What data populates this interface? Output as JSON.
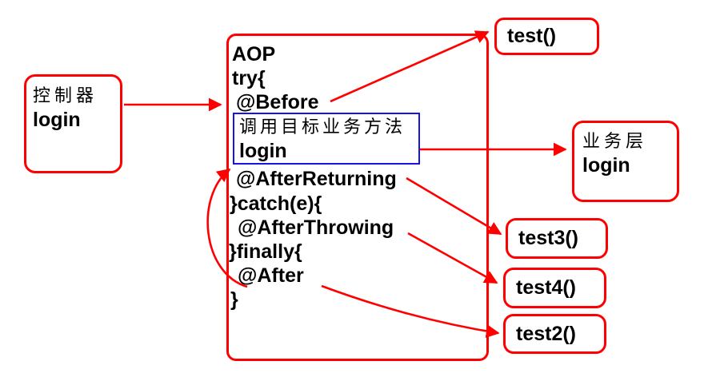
{
  "colors": {
    "arrow_red": "#ff0000",
    "target_border_blue": "#1414e6",
    "text_black": "#000000"
  },
  "controller": {
    "title": "控制器",
    "method": "login"
  },
  "aop": {
    "title": "AOP",
    "try_open": "try{",
    "before": "@Before",
    "target": {
      "label": "调用目标业务方法",
      "method": "login"
    },
    "after_returning": "@AfterReturning",
    "catch_open": "}catch(e){",
    "after_throwing": "@AfterThrowing",
    "finally_open": "}finally{",
    "after": "@After",
    "close_brace": "}"
  },
  "service": {
    "title": "业务层",
    "method": "login"
  },
  "tests": {
    "before_target": "test()",
    "after_returning_target": "test3()",
    "after_throwing_target": "test4()",
    "after_target": "test2()"
  }
}
